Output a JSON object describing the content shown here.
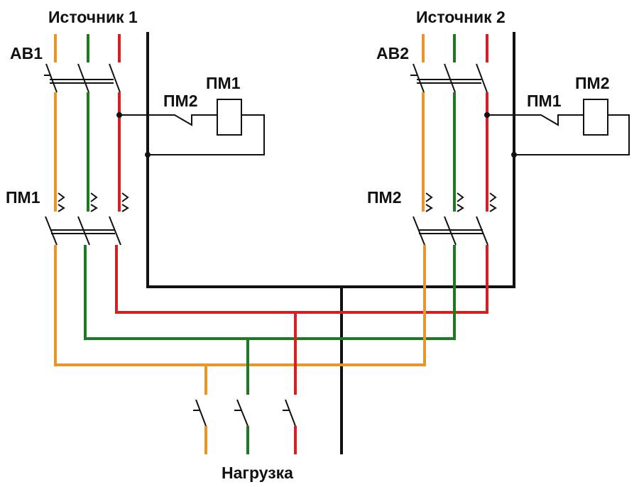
{
  "labels": {
    "source1": "Источник 1",
    "source2": "Источник 2",
    "breaker1": "АВ1",
    "breaker2": "АВ2",
    "contactor1_main": "ПМ1",
    "contactor2_main": "ПМ2",
    "coil1_label": "ПМ1",
    "coil1_interlock": "ПМ2",
    "coil2_label": "ПМ2",
    "coil2_interlock": "ПМ1",
    "load": "Нагрузка"
  },
  "colors": {
    "phase_a": "#e8962a",
    "phase_b": "#1f7a1f",
    "phase_c": "#d42020",
    "neutral": "#111111"
  }
}
